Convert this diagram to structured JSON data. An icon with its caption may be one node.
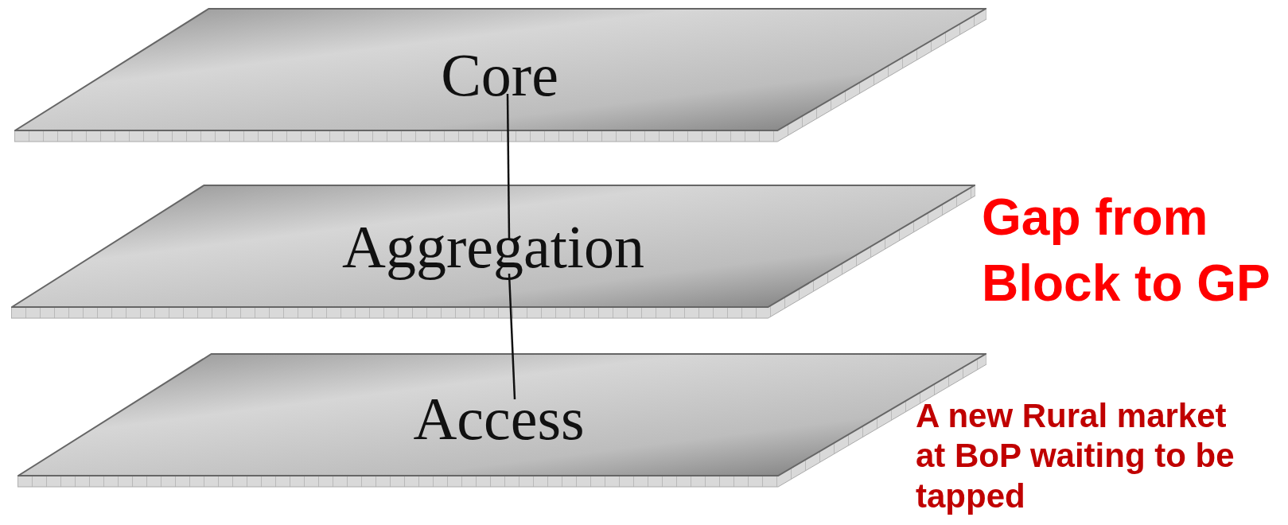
{
  "diagram": {
    "nodes": [
      {
        "text": [
          "Core"
        ]
      },
      {
        "text": [
          "Aggregation"
        ]
      },
      {
        "text": [
          "Access"
        ]
      }
    ],
    "edges": [
      {
        "from": 0,
        "to": 1,
        "arrow": "none"
      },
      {
        "from": 1,
        "to": 2,
        "arrow": "none"
      }
    ],
    "labels": [
      "Gap from Block to GP",
      "A new Rural market at BoP waiting to be tapped"
    ]
  }
}
